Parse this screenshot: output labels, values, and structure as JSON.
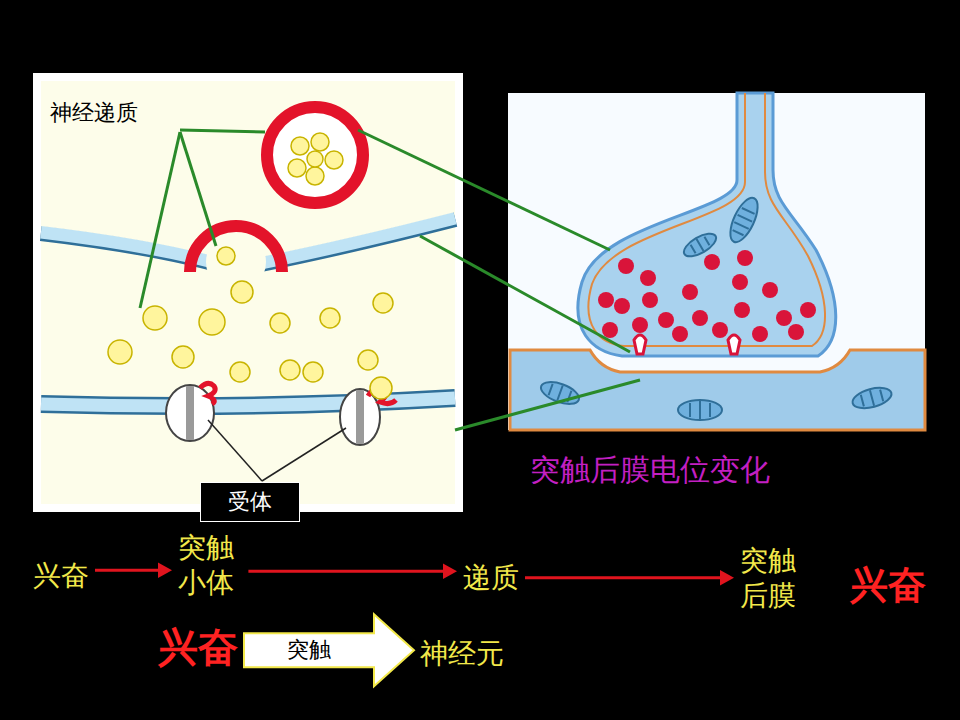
{
  "diagram": {
    "nodes": [
      {
        "text": [
          "兴奋"
        ]
      },
      {
        "text": [
          "突触 小体"
        ]
      },
      {
        "text": [
          "递质"
        ]
      },
      {
        "text": [
          "突触 后膜"
        ]
      },
      {
        "text": [
          "兴奋"
        ]
      },
      {
        "text": [
          "兴奋"
        ]
      },
      {
        "text": [
          "神经元"
        ]
      },
      {
        "text": [
          "受体"
        ]
      }
    ],
    "edges": [
      {
        "from": 0,
        "to": 1,
        "arrow": "to"
      },
      {
        "from": 1,
        "to": 2,
        "arrow": "to"
      },
      {
        "from": 2,
        "to": 3,
        "arrow": "to"
      },
      {
        "from": 5,
        "to": 6,
        "label": "突触",
        "arrow": "to"
      }
    ],
    "labels": [
      "神经递质",
      "突触后膜电位变化"
    ]
  }
}
